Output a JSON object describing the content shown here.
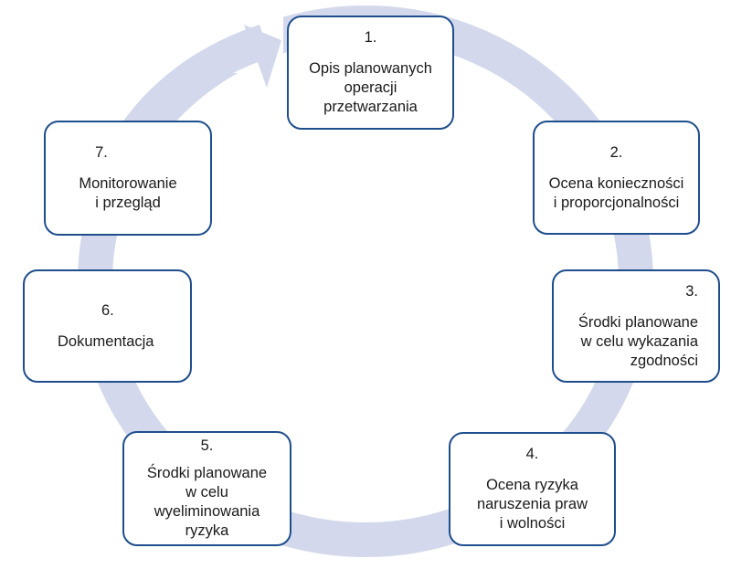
{
  "diagram": {
    "ring_color": "#d3d8ec",
    "border_color": "#1f4e8c",
    "steps": [
      {
        "number": "1.",
        "lines": [
          "Opis planowanych",
          "operacji",
          "przetwarzania"
        ]
      },
      {
        "number": "2.",
        "lines": [
          "Ocena konieczności",
          "i proporcjonalności"
        ]
      },
      {
        "number": "3.",
        "lines": [
          "Środki planowane",
          "w celu wykazania",
          "zgodności"
        ]
      },
      {
        "number": "4.",
        "lines": [
          "Ocena ryzyka",
          "naruszenia praw",
          "i wolności"
        ]
      },
      {
        "number": "5.",
        "lines": [
          "Środki planowane",
          "w celu",
          "wyeliminowania",
          "ryzyka"
        ]
      },
      {
        "number": "6.",
        "lines": [
          "Dokumentacja"
        ]
      },
      {
        "number": "7.",
        "lines": [
          "Monitorowanie",
          "i przegląd"
        ]
      }
    ]
  }
}
